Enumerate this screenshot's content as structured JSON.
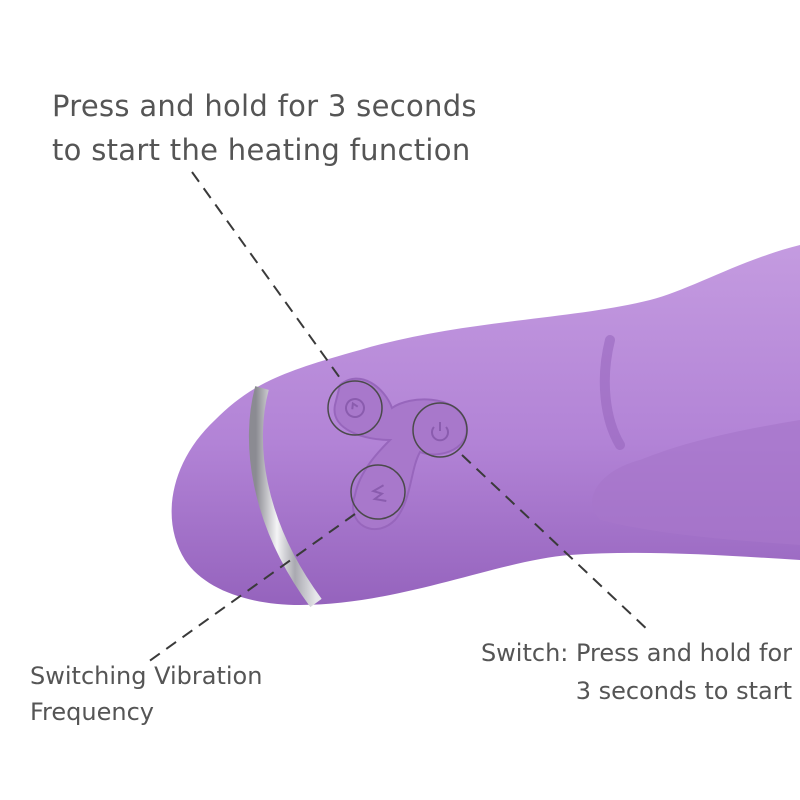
{
  "annotations": {
    "heating": {
      "line1": "Press and hold for 3 seconds",
      "line2": "to start the heating function"
    },
    "switch": {
      "line1": "Switch: Press and hold for",
      "line2": "3 seconds to start"
    },
    "frequency": {
      "line1": "Switching Vibration",
      "line2": "Frequency"
    }
  },
  "buttons": [
    {
      "name": "heating-button",
      "icon": "heat-icon"
    },
    {
      "name": "power-button",
      "icon": "power-icon"
    },
    {
      "name": "mode-button",
      "icon": "mode-w-icon"
    }
  ],
  "colors": {
    "body": "#b98ad8",
    "body_shadow": "#9a6bc0",
    "ring": "#c9c9cf",
    "text": "#555555",
    "dash": "#3a3a3a"
  }
}
